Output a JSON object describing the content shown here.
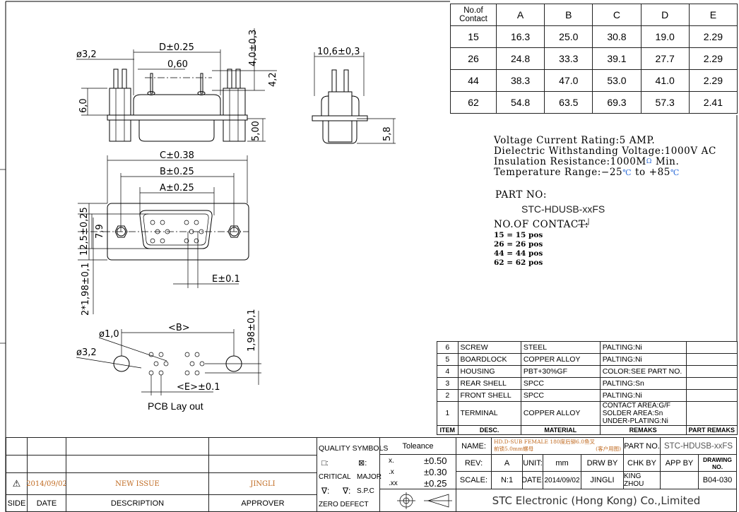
{
  "contact_table": {
    "headers": [
      "No.of Contact",
      "A",
      "B",
      "C",
      "D",
      "E"
    ],
    "rows": [
      [
        "15",
        "16.3",
        "25.0",
        "30.8",
        "19.0",
        "2.29"
      ],
      [
        "26",
        "24.8",
        "33.3",
        "39.1",
        "27.7",
        "2.29"
      ],
      [
        "44",
        "38.3",
        "47.0",
        "53.0",
        "41.0",
        "2.29"
      ],
      [
        "62",
        "54.8",
        "63.5",
        "69.3",
        "57.3",
        "2.41"
      ]
    ]
  },
  "specs": {
    "line1": "Voltage Current Rating:5 AMP.",
    "line2": "Dielectric Withstanding Voltage:1000V AC",
    "line3_a": "Insulation Resistance:1000M",
    "line3_ohm": "Ω",
    "line3_b": " Min.",
    "line4_a": "Temperature Range:−25",
    "deg": "℃",
    "line4_b": " to +85"
  },
  "part_no": {
    "label": "PART NO:",
    "value": "STC-HDUSB-xxFS",
    "contact_label": "NO.OF CONTACT:",
    "options": [
      "15 = 15 pos",
      "26 = 26 pos",
      "44 = 44 pos",
      "62 = 62 pos"
    ]
  },
  "dimensions": {
    "d_top": "D±0.25",
    "dia_32_top": "ø3,2",
    "pitch_060": "0,60",
    "h_40": "4,0±0,3",
    "h_42": "4,2",
    "h_60": "6,0",
    "h_500": "5,00",
    "w_106": "10,6±0,3",
    "h_58": "5,8",
    "c": "C±0.38",
    "b": "B±0.25",
    "a": "A±0.25",
    "h_125": "12,5±0,25",
    "h_79": "7,9",
    "rows_pitch": "2*1,98±0,1",
    "e": "E±0.1",
    "pcb_b": "<B>",
    "pcb_dia10": "ø1,0",
    "pcb_dia32": "ø3,2",
    "pcb_198": "1,98±0,1",
    "pcb_e": "<E>±0.1",
    "pcb_title": "PCB  Lay out"
  },
  "bom": {
    "rows": [
      {
        "item": "6",
        "desc": "SCREW",
        "material": "STEEL",
        "remarks": [
          "PALTING:Ni"
        ]
      },
      {
        "item": "5",
        "desc": "BOARDLOCK",
        "material": "COPPER ALLOY",
        "remarks": [
          "PALTING:Ni"
        ]
      },
      {
        "item": "4",
        "desc": "HOUSING",
        "material": "PBT+30%GF",
        "remarks": [
          "COLOR:SEE PART NO."
        ]
      },
      {
        "item": "3",
        "desc": "REAR SHELL",
        "material": "SPCC",
        "remarks": [
          "PALTING:Sn"
        ]
      },
      {
        "item": "2",
        "desc": "FRONT SHELL",
        "material": "SPCC",
        "remarks": [
          "PALTING:Ni"
        ]
      },
      {
        "item": "1",
        "desc": "TERMINAL",
        "material": "COPPER ALLOY",
        "remarks": [
          "CONTACT AREA:G/F",
          "SOLDER AREA:Sn",
          "UNDER-PLATING:Ni"
        ]
      }
    ],
    "headers": {
      "item": "ITEM",
      "desc": "DESC.",
      "material": "MATERIAL",
      "remarks": "REMAKS",
      "part_remarks": "PART REMAKS"
    }
  },
  "revision": {
    "row": {
      "side": "⚠",
      "date": "2014/09/02",
      "description": "NEW ISSUE",
      "approver": "JINGLI"
    },
    "headers": {
      "side": "SIDE",
      "date": "DATE",
      "description": "DESCRIPTION",
      "approver": "APPROVER"
    }
  },
  "quality": {
    "title": "QUALITY SYMBOLS",
    "sym1": "□:",
    "sym2": "⊠:",
    "critical": "CRITICAL",
    "major": "MAJOR",
    "sym3": "∇:",
    "sym4": "∇:",
    "zero_defect": "ZERO DEFECT",
    "spc": "S.P.C"
  },
  "tolerance": {
    "title": "Toleance",
    "rows": [
      [
        "x.",
        "±0.50"
      ],
      [
        ".x",
        "±0.30"
      ],
      [
        ".xx",
        "±0.25"
      ]
    ]
  },
  "title_block": {
    "name_label": "NAME:",
    "name_line1": "HD.D-SUB FEMALE 180度后铆6.0鱼叉",
    "name_line2": "前锁5.0mm螺母",
    "name_note": "(客户用图)",
    "part_no_label": "PART NO.",
    "part_no": "STC-HDUSB-xxFS",
    "rev_label": "REV:",
    "rev": "A",
    "unit_label": "UNIT:",
    "unit": "mm",
    "drw_by_label": "DRW BY",
    "chk_by_label": "CHK BY",
    "app_by_label": "APP BY",
    "drawing_no_label": "DRAWING NO.",
    "scale_label": "SCALE:",
    "scale": "N:1",
    "date_label": "DATE:",
    "date": "2014/09/02",
    "drw_by": "JINGLI",
    "chk_by": "KING ZHOU",
    "app_by": "",
    "drawing_no": "B04-030",
    "company": "STC Electronic (Hong Kong) Co.,Limited"
  },
  "colors": {
    "accent_blue": "#2a6ad8",
    "revision_orange": "#c06a20"
  }
}
